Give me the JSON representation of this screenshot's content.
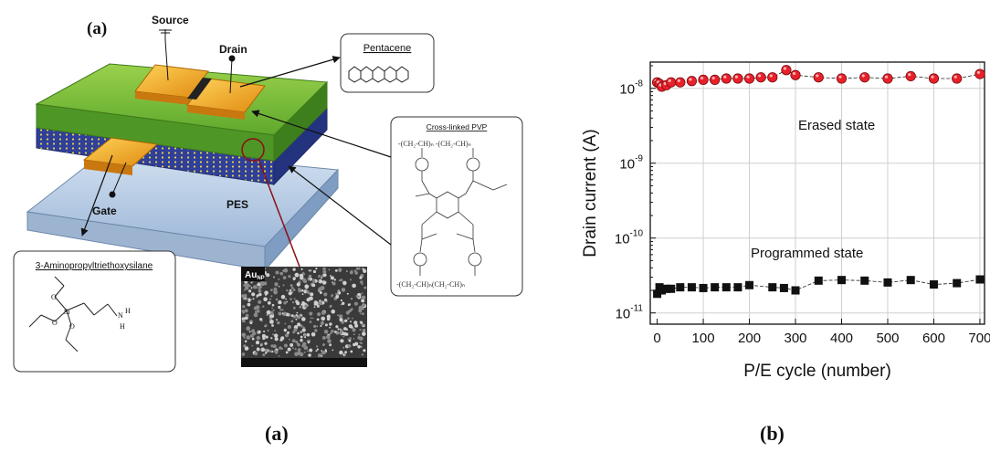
{
  "captions": {
    "left": "(a)",
    "right": "(b)"
  },
  "diagram": {
    "panel_label": "(a)",
    "source": "Source",
    "drain": "Drain",
    "gate": "Gate",
    "substrate": "PES",
    "pentacene": "Pentacene",
    "pvp_title": "Cross-linked PVP",
    "silane": "3-Aminopropyltriethoxysilane",
    "au_label": "Au",
    "au_sub": "NP",
    "colors": {
      "top_layer": "#7cc13c",
      "dielectric": "#2f3f9a",
      "substrate": "#b9cde6",
      "electrode": "#f0a21c",
      "pvp_arrow": "#8a0f12"
    }
  },
  "chart_data": {
    "type": "scatter",
    "xlabel": "P/E cycle (number)",
    "ylabel": "Drain current (A)",
    "xlim": [
      -15,
      710
    ],
    "ylim_log10": [
      -11.15,
      -7.65
    ],
    "y_scale": "log",
    "x_ticks": [
      "0",
      "100",
      "200",
      "300",
      "400",
      "500",
      "600",
      "700"
    ],
    "y_ticks": [
      {
        "base": "10",
        "exp": "-8",
        "value": -8
      },
      {
        "base": "10",
        "exp": "-9",
        "value": -9
      },
      {
        "base": "10",
        "exp": "-10",
        "value": -10
      },
      {
        "base": "10",
        "exp": "-11",
        "value": -11
      }
    ],
    "grid": true,
    "annotations": [
      "Erased state",
      "Programmed state"
    ],
    "series": [
      {
        "color": "#e8202a",
        "marker": "circle",
        "x": [
          0,
          5,
          10,
          20,
          30,
          50,
          75,
          100,
          125,
          150,
          175,
          200,
          225,
          250,
          280,
          300,
          350,
          400,
          450,
          500,
          550,
          600,
          650,
          700
        ],
        "y": [
          1.2e-08,
          1.15e-08,
          1.05e-08,
          1.1e-08,
          1.2e-08,
          1.2e-08,
          1.25e-08,
          1.3e-08,
          1.3e-08,
          1.35e-08,
          1.35e-08,
          1.35e-08,
          1.4e-08,
          1.4e-08,
          1.75e-08,
          1.5e-08,
          1.4e-08,
          1.35e-08,
          1.4e-08,
          1.35e-08,
          1.45e-08,
          1.35e-08,
          1.35e-08,
          1.55e-08
        ]
      },
      {
        "color": "#111111",
        "marker": "square",
        "x": [
          0,
          5,
          10,
          20,
          30,
          50,
          75,
          100,
          125,
          150,
          175,
          200,
          250,
          275,
          300,
          350,
          400,
          450,
          500,
          550,
          600,
          650,
          700
        ],
        "y": [
          1.8e-11,
          2.2e-11,
          2e-11,
          2.1e-11,
          2.1e-11,
          2.2e-11,
          2.2e-11,
          2.15e-11,
          2.2e-11,
          2.2e-11,
          2.2e-11,
          2.35e-11,
          2.2e-11,
          2.15e-11,
          2e-11,
          2.7e-11,
          2.75e-11,
          2.7e-11,
          2.55e-11,
          2.75e-11,
          2.4e-11,
          2.5e-11,
          2.8e-11
        ]
      }
    ]
  }
}
